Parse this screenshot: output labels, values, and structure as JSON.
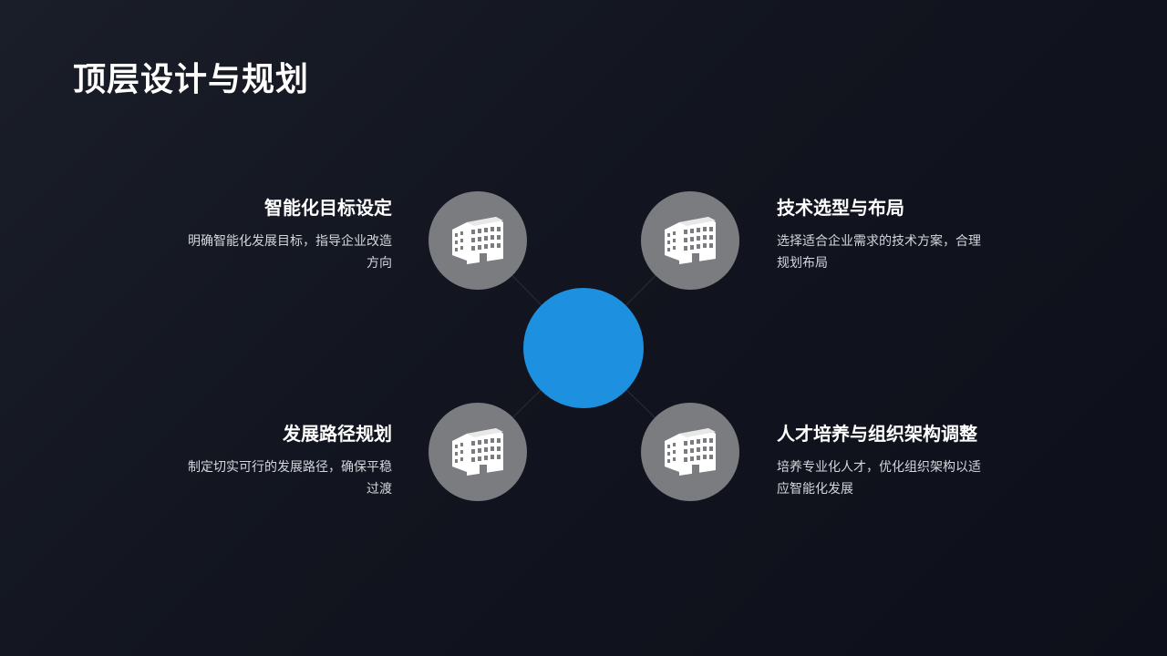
{
  "title": "顶层设计与规划",
  "items": [
    {
      "heading": "智能化目标设定",
      "desc": "明确智能化发展目标，指导企业改造方向",
      "icon": "building-icon"
    },
    {
      "heading": "技术选型与布局",
      "desc": "选择适合企业需求的技术方案，合理规划布局",
      "icon": "building-icon"
    },
    {
      "heading": "发展路径规划",
      "desc": "制定切实可行的发展路径，确保平稳过渡",
      "icon": "building-icon"
    },
    {
      "heading": "人才培养与组织架构调整",
      "desc": "培养专业化人才，优化组织架构以适应智能化发展",
      "icon": "building-icon"
    }
  ],
  "colors": {
    "center": "#1e90e0",
    "node": "#7b7c80",
    "background": "#12151f"
  }
}
